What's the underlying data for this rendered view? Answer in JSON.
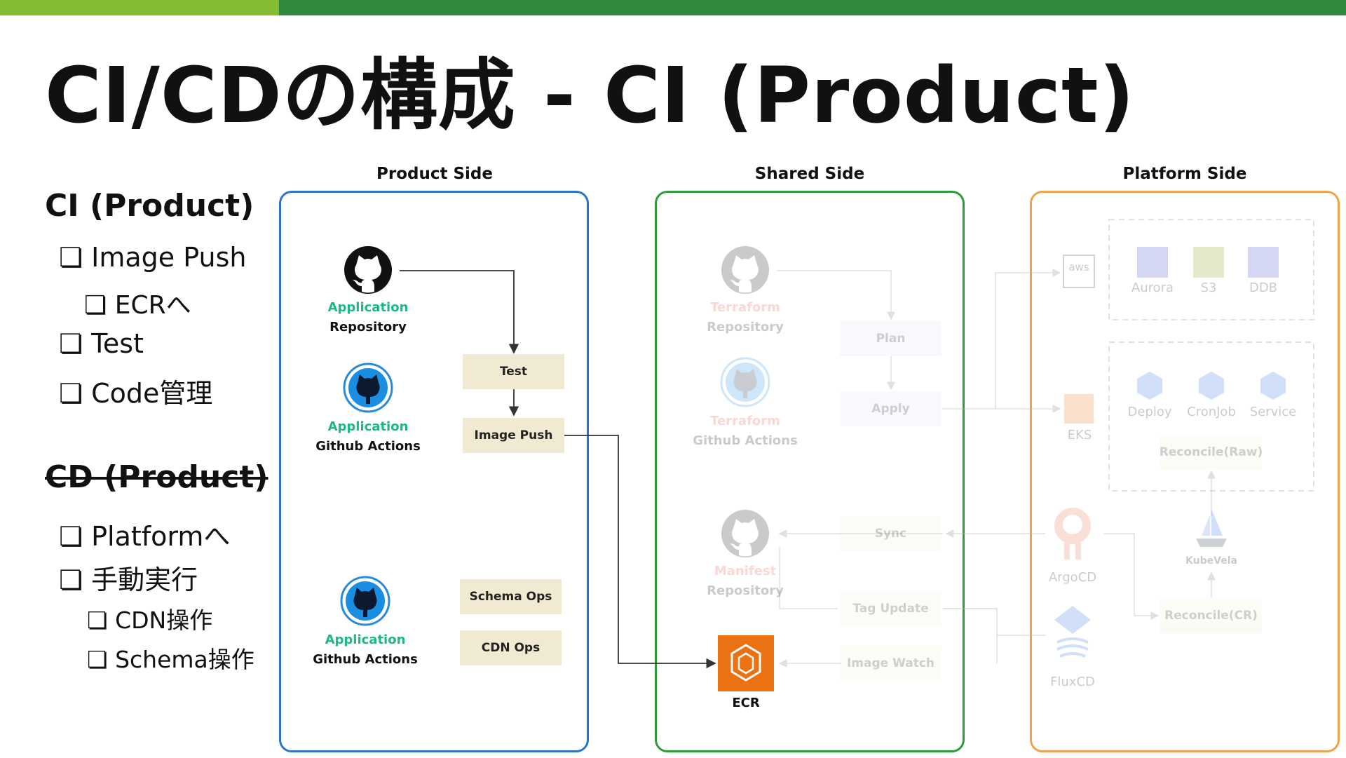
{
  "title": "CI/CDの構成 - CI (Product)",
  "left": {
    "ci_heading": "CI (Product)",
    "ci_items": [
      "❏  Image Push",
      "❏  ECRへ",
      "❏  Test",
      "❏  Code管理"
    ],
    "cd_heading": "CD (Product)",
    "cd_items": [
      "❏  Platformへ",
      "❏  手動実行",
      "❏  CDN操作",
      "❏  Schema操作"
    ]
  },
  "columns": {
    "product": "Product Side",
    "shared": "Shared Side",
    "platform": "Platform Side"
  },
  "product": {
    "app_repo": {
      "top": "Application",
      "bottom": "Repository"
    },
    "gha1": {
      "top": "Application",
      "bottom": "Github Actions"
    },
    "gha2": {
      "top": "Application",
      "bottom": "Github Actions"
    },
    "test": "Test",
    "image_push": "Image Push",
    "schema_ops": "Schema Ops",
    "cdn_ops": "CDN Ops"
  },
  "shared": {
    "tf_repo": {
      "top": "Terraform",
      "bottom": "Repository"
    },
    "tf_gha": {
      "top": "Terraform",
      "bottom": "Github Actions"
    },
    "manifest_repo": {
      "top": "Manifest",
      "bottom": "Repository"
    },
    "plan": "Plan",
    "apply": "Apply",
    "sync": "Sync",
    "tag_update": "Tag Update",
    "image_watch": "Image Watch",
    "ecr": "ECR"
  },
  "platform": {
    "aws": "aws",
    "aurora": "Aurora",
    "s3": "S3",
    "ddb": "DDB",
    "eks": "EKS",
    "deploy": "Deploy",
    "cronjob": "CronJob",
    "service": "Service",
    "reconcile_raw": "Reconcile(Raw)",
    "argocd": "ArgoCD",
    "kubevela": "KubeVela",
    "fluxcd": "FluxCD",
    "reconcile_cr": "Reconcile(CR)"
  },
  "colors": {
    "product_border": "#2b74c7",
    "shared_border": "#2e9a3a",
    "platform_border": "#f0a24a",
    "app_label": "#1db88a",
    "tf_label": "#e64c3c",
    "box_fill": "#f1ead2",
    "ecr": "#ea7213"
  }
}
